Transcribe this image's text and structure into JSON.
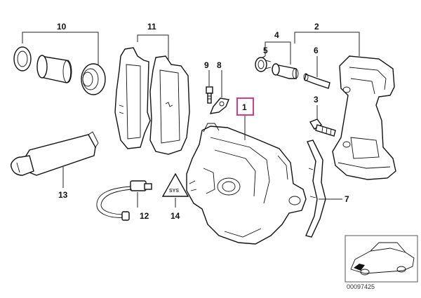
{
  "diagram": {
    "callouts": [
      "10",
      "11",
      "9",
      "8",
      "1",
      "4",
      "5",
      "6",
      "2",
      "3",
      "13",
      "12",
      "14",
      "7"
    ],
    "highlighted_callout": "1",
    "highlight_color": "#d6247b",
    "reference_code": "00097425",
    "warning_triangle_text": "SYS"
  }
}
